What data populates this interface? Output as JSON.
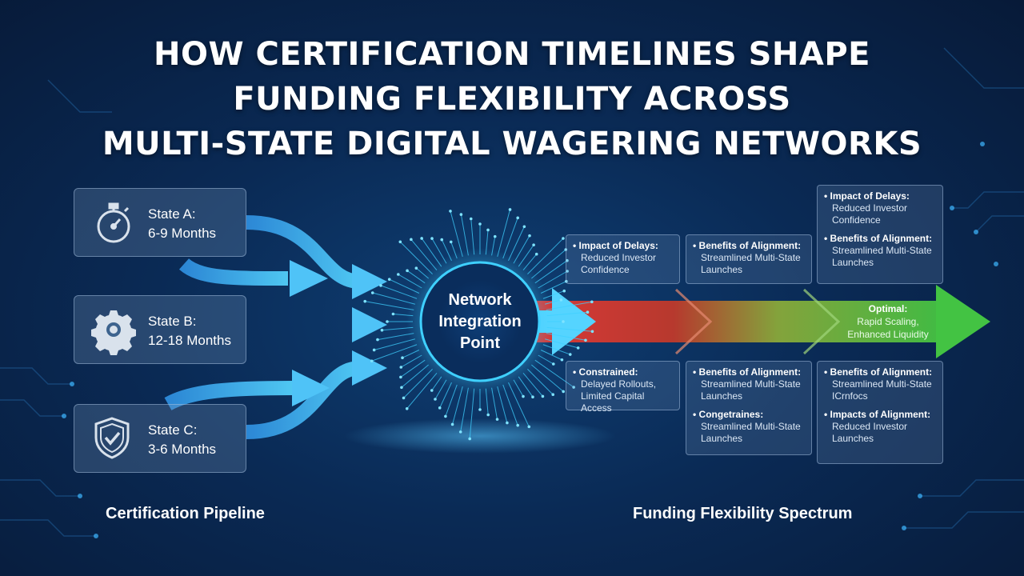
{
  "title": {
    "line1": "HOW CERTIFICATION TIMELINES SHAPE",
    "line2": "FUNDING FLEXIBILITY ACROSS",
    "line3": "MULTI-STATE DIGITAL WAGERING NETWORKS"
  },
  "states": [
    {
      "name": "State A:",
      "timeline": "6-9 Months",
      "icon": "stopwatch-icon"
    },
    {
      "name": "State B:",
      "timeline": "12-18 Months",
      "icon": "gear-icon"
    },
    {
      "name": "State C:",
      "timeline": "3-6 Months",
      "icon": "shield-check-icon"
    }
  ],
  "hub": {
    "line1": "Network",
    "line2": "Integration",
    "line3": "Point"
  },
  "boxes": {
    "top_left": [
      {
        "head": "Impact of Delays:",
        "body": "Reduced Investor Confidence"
      }
    ],
    "top_mid": [
      {
        "head": "Benefits of Alignment:",
        "body": "Streamlined Multi-State Launches"
      }
    ],
    "top_right": [
      {
        "head": "Impact of Delays:",
        "body": "Reduced Investor Confidence"
      },
      {
        "head": "Benefits of Alignment:",
        "body": "Streamlined Multi-State Launches"
      }
    ],
    "bottom_left": [
      {
        "head": "Constrained:",
        "body": "Delayed Rollouts, Limited Capital Access"
      }
    ],
    "bottom_mid": [
      {
        "head": "Benefits of Alignment:",
        "body": "Streamlined Multi-State Launches"
      },
      {
        "head": "Congetraines:",
        "body": "Streamlined Multi-State Launches"
      }
    ],
    "bottom_right": [
      {
        "head": "Benefits of Alignment:",
        "body": "Streamlined Multi-State ICrnfocs"
      },
      {
        "head": "Impacts of Alignment:",
        "body": "Reduced Investor Launches"
      }
    ]
  },
  "optimal": {
    "head": "Optimal:",
    "line1": "Rapid Scaling,",
    "line2": "Enhanced Liquidity"
  },
  "captions": {
    "left": "Certification Pipeline",
    "right": "Funding Flexibility Spectrum"
  },
  "colors": {
    "background": "#0a2a55",
    "pipeline_arrow": "#4fc3f7",
    "spectrum_start": "#e53935",
    "spectrum_end": "#43c343",
    "hub_glow": "#3fd0ff"
  }
}
